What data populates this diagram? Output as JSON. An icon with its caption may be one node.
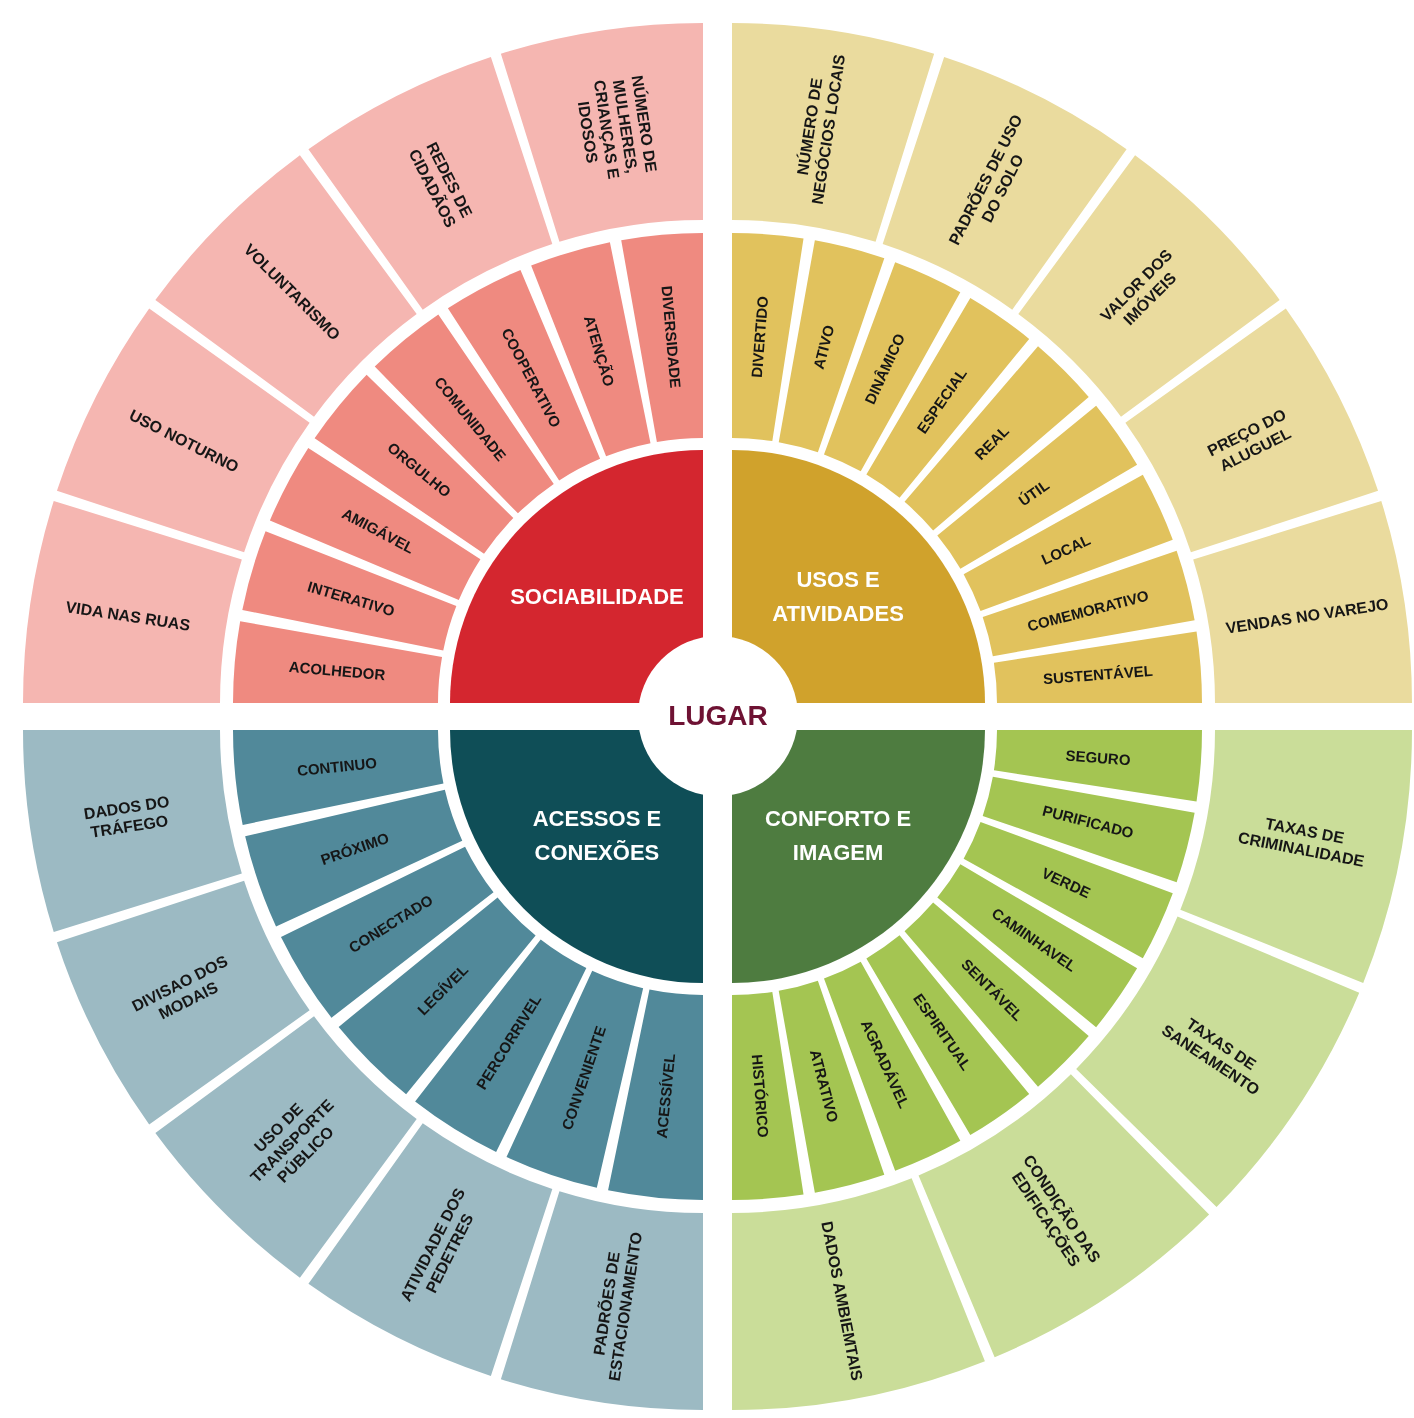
{
  "diagram": {
    "nodes": [
      {
        "text": [
          "LUGAR"
        ]
      },
      {
        "text": [
          "SOCIABILIDADE"
        ]
      },
      {
        "text": [
          "DIVERSIDADE"
        ]
      },
      {
        "text": [
          "ATENÇÃO"
        ]
      },
      {
        "text": [
          "COOPERATIVO"
        ]
      },
      {
        "text": [
          "COMUNIDADE"
        ]
      },
      {
        "text": [
          "ORGULHO"
        ]
      },
      {
        "text": [
          "AMIGÁVEL"
        ]
      },
      {
        "text": [
          "INTERATIVO"
        ]
      },
      {
        "text": [
          "ACOLHEDOR"
        ]
      },
      {
        "text": [
          "NÚMERO DE MULHERES, CRIANÇAS E IDOSOS"
        ]
      },
      {
        "text": [
          "REDES DE CIDADÃOS"
        ]
      },
      {
        "text": [
          "VOLUNTARISMO"
        ]
      },
      {
        "text": [
          "USO NOTURNO"
        ]
      },
      {
        "text": [
          "VIDA NAS RUAS"
        ]
      },
      {
        "text": [
          "USOS E ATIVIDADES"
        ]
      },
      {
        "text": [
          "DIVERTIDO"
        ]
      },
      {
        "text": [
          "ATIVO"
        ]
      },
      {
        "text": [
          "DINÂMICO"
        ]
      },
      {
        "text": [
          "ESPECIAL"
        ]
      },
      {
        "text": [
          "REAL"
        ]
      },
      {
        "text": [
          "ÚTIL"
        ]
      },
      {
        "text": [
          "LOCAL"
        ]
      },
      {
        "text": [
          "COMEMORATIVO"
        ]
      },
      {
        "text": [
          "SUSTENTÁVEL"
        ]
      },
      {
        "text": [
          "NÚMERO DE NEGÓCIOS LOCAIS"
        ]
      },
      {
        "text": [
          "PADRÕES DE USO DO SOLO"
        ]
      },
      {
        "text": [
          "VALOR DOS IMÓVEIS"
        ]
      },
      {
        "text": [
          "PREÇO DO ALUGUEL"
        ]
      },
      {
        "text": [
          "VENDAS NO VAREJO"
        ]
      },
      {
        "text": [
          "ACESSOS E CONEXÕES"
        ]
      },
      {
        "text": [
          "CONTINUO"
        ]
      },
      {
        "text": [
          "PRÓXIMO"
        ]
      },
      {
        "text": [
          "CONECTADO"
        ]
      },
      {
        "text": [
          "LEGÍVEL"
        ]
      },
      {
        "text": [
          "PERCORRIVEL"
        ]
      },
      {
        "text": [
          "CONVENIENTE"
        ]
      },
      {
        "text": [
          "ACESSÍVEL"
        ]
      },
      {
        "text": [
          "DADOS DO TRÁFEGO"
        ]
      },
      {
        "text": [
          "DIVISAO DOS MODAIS"
        ]
      },
      {
        "text": [
          "USO DE TRANSPORTE PÚBLICO"
        ]
      },
      {
        "text": [
          "ATIVIDADE DOS PEDETRES"
        ]
      },
      {
        "text": [
          "PADRÕES DE ESTACIONAMENTO"
        ]
      },
      {
        "text": [
          "CONFORTO E IMAGEM"
        ]
      },
      {
        "text": [
          "SEGURO"
        ]
      },
      {
        "text": [
          "PURIFICADO"
        ]
      },
      {
        "text": [
          "VERDE"
        ]
      },
      {
        "text": [
          "CAMINHAVEL"
        ]
      },
      {
        "text": [
          "SENTÁVEL"
        ]
      },
      {
        "text": [
          "ESPIRITUAL"
        ]
      },
      {
        "text": [
          "AGRADÁVEL"
        ]
      },
      {
        "text": [
          "ATRATIVO"
        ]
      },
      {
        "text": [
          "HISTÓRICO"
        ]
      },
      {
        "text": [
          "TAXAS DE CRIMINALIDADE"
        ]
      },
      {
        "text": [
          "TAXAS DE SANEAMENTO"
        ]
      },
      {
        "text": [
          "CONDIÇÃO DAS EDIFICAÇÕES"
        ]
      },
      {
        "text": [
          "DADOS AMBIEMTAIS"
        ]
      }
    ]
  }
}
